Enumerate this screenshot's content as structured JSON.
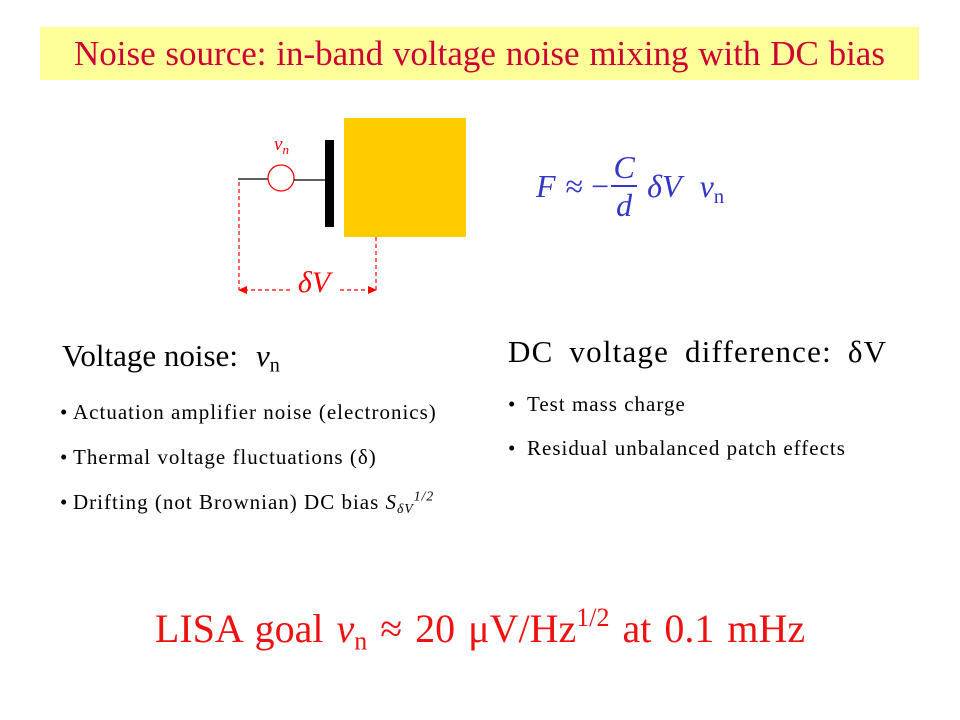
{
  "title": "Noise source: in-band voltage noise mixing with DC bias",
  "colors": {
    "title_background": "#FFFF99",
    "title_text": "#CC0033",
    "test_mass": "#FFCC00",
    "diagram_line": "#000000",
    "annotation_red": "#FF0000",
    "formula_blue": "#3535C8",
    "goal_text": "#EE1111",
    "body_text": "#000000"
  },
  "diagram": {
    "source_label": {
      "base": "v",
      "sub": "n"
    },
    "gap_label": "δV"
  },
  "formula": {
    "lhs": "F",
    "approx": "≈",
    "minus": "−",
    "numerator": "C",
    "denominator": "d",
    "delta_v": "δV",
    "noise": {
      "base": "v",
      "sub": "n"
    }
  },
  "bullet_char": "•",
  "voltage_noise": {
    "heading": "Voltage noise:",
    "symbol": {
      "base": "v",
      "sub": "n"
    },
    "bullets": [
      "Actuation amplifier noise (electronics)",
      "Thermal voltage fluctuations (δ)",
      "Drifting (not Brownian) DC bias"
    ],
    "bias_symbol": {
      "base": "S",
      "sub": "δV",
      "sup": "1/2"
    }
  },
  "dc_voltage": {
    "heading": "DC voltage difference: δV",
    "bullets": [
      "Test mass charge",
      "Residual unbalanced patch effects"
    ]
  },
  "goal": {
    "prefix": "LISA goal",
    "symbol": {
      "base": "v",
      "sub": "n"
    },
    "value": "≈ 20 μV/Hz",
    "exponent": "1/2",
    "suffix": "at 0.1 mHz"
  }
}
